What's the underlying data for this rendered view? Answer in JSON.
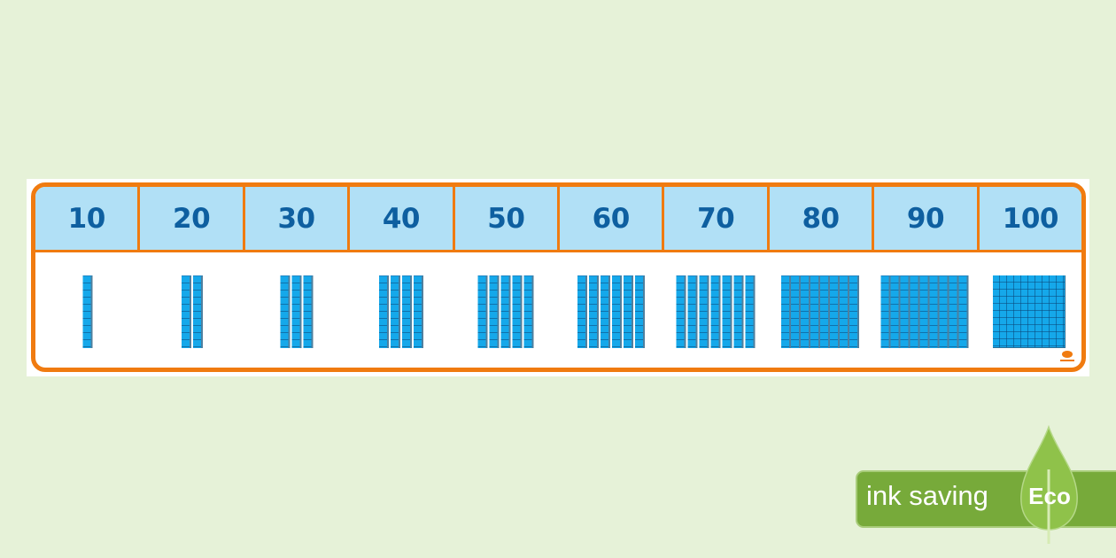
{
  "chart": {
    "title": "",
    "columns": [
      {
        "label": "10",
        "value": 10,
        "rods": 1,
        "flat": false
      },
      {
        "label": "20",
        "value": 20,
        "rods": 2,
        "flat": false
      },
      {
        "label": "30",
        "value": 30,
        "rods": 3,
        "flat": false
      },
      {
        "label": "40",
        "value": 40,
        "rods": 4,
        "flat": false
      },
      {
        "label": "50",
        "value": 50,
        "rods": 5,
        "flat": false
      },
      {
        "label": "60",
        "value": 60,
        "rods": 6,
        "flat": false
      },
      {
        "label": "70",
        "value": 70,
        "rods": 7,
        "flat": false
      },
      {
        "label": "80",
        "value": 80,
        "rods": 8,
        "flat": false
      },
      {
        "label": "90",
        "value": 90,
        "rods": 9,
        "flat": false
      },
      {
        "label": "100",
        "value": 100,
        "rods": 0,
        "flat": true
      }
    ]
  },
  "colors": {
    "background": "#e6f2d8",
    "frame": "#f07b10",
    "header_bg": "#b1e0f6",
    "header_text": "#0e5fa0",
    "block": "#15a8ea",
    "eco_green": "#77aa3a"
  },
  "eco_badge": {
    "text": "ink saving",
    "label": "Eco"
  }
}
